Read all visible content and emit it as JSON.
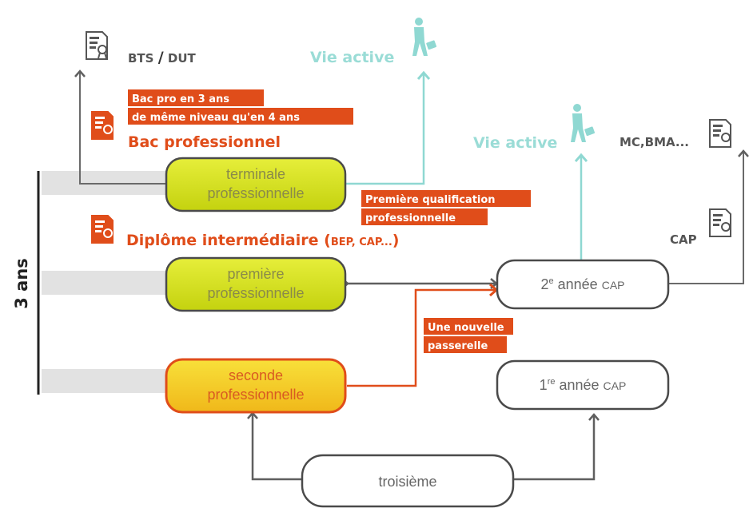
{
  "colors": {
    "yellow_fill": "#d6e21c",
    "orange_fill": "#f4d21f",
    "orange_accent": "#e04d1a",
    "teal": "#8fd8d2",
    "grey_text": "#555555",
    "grey_line": "#5f5f5f",
    "band": "#e2e2e2"
  },
  "duration_label": "3 ans",
  "boxes": {
    "terminale": [
      "terminale",
      "professionnelle"
    ],
    "premiere": [
      "première",
      "professionnelle"
    ],
    "seconde": [
      "seconde",
      "professionnelle"
    ],
    "cap2": {
      "prefix": "2",
      "sup": "e",
      "text": " année ",
      "small": "CAP"
    },
    "cap1": {
      "prefix": "1",
      "sup": "re",
      "text": " année ",
      "small": "CAP"
    },
    "troisieme": "troisième"
  },
  "labels": {
    "bts": "BTS",
    "slash": "/",
    "dut": "DUT",
    "vie_active_1": "Vie active",
    "vie_active_2": "Vie active",
    "bac_pro": "Bac professionnel",
    "diplome_main": "Diplôme intermédiaire (",
    "diplome_small": "BEP, CAP...",
    "diplome_end": ")",
    "mc_bma": "MC,BMA...",
    "cap_right": "CAP"
  },
  "tags": {
    "bac_pro_line1": "Bac pro en 3 ans",
    "bac_pro_line2": "de même niveau qu'en 4 ans",
    "qualif_line1": "Première qualification",
    "qualif_line2": "professionnelle",
    "passerelle_line1": "Une nouvelle",
    "passerelle_line2": "passerelle"
  },
  "icons": [
    "diploma-icon",
    "diploma-icon",
    "diploma-icon",
    "diploma-icon",
    "diploma-icon",
    "person-walking-icon",
    "person-walking-icon"
  ]
}
